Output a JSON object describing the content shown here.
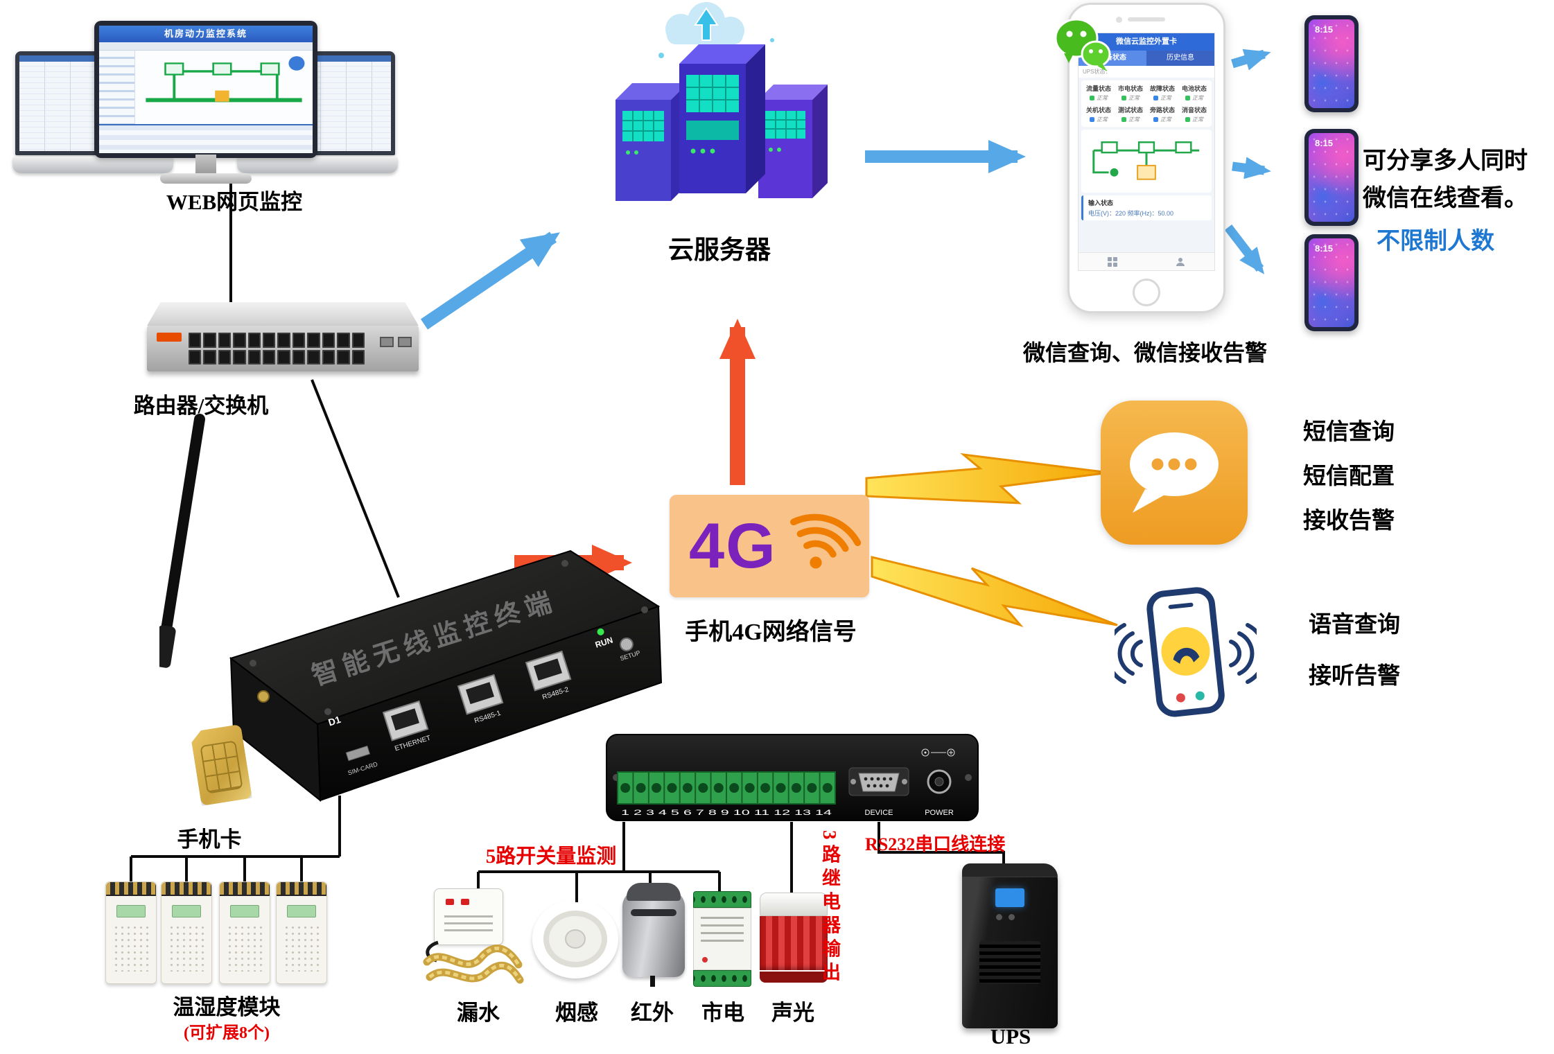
{
  "monitor_cluster": {
    "screen_title": "机房动力监控系统",
    "label": "WEB网页监控"
  },
  "router": {
    "label": "路由器/交换机"
  },
  "terminal_device": {
    "top_label": "智能无线监控终端",
    "d1": "D1",
    "sim_slot": "SIM-CARD",
    "port_ethernet": "ETHERNET",
    "port_rs485_1": "RS485-1",
    "port_rs485_2": "RS485-2",
    "run": "RUN",
    "setup": "SETUP"
  },
  "sim_card": {
    "label": "手机卡"
  },
  "temp_modules": {
    "label": "温湿度模块",
    "note": "(可扩展8个)"
  },
  "sensors": {
    "leak": "漏水",
    "smoke": "烟感",
    "infrared": "红外",
    "mains": "市电",
    "sound_light": "声光"
  },
  "io_collector": {
    "terminal_numbers": "1 2 3 4 5 6 7 8 9 10 11 12 13 14",
    "device_port": "DEVICE",
    "power_port": "POWER",
    "switch_note": "5路开关量监测",
    "relay_note": "3路继电器输出",
    "rs232_note": "RS232串口线连接"
  },
  "ups": {
    "label": "UPS"
  },
  "g4": {
    "logo": "4G",
    "label": "手机4G网络信号"
  },
  "cloud": {
    "label": "云服务器"
  },
  "wechat_app": {
    "header": "微信云监控外置卡",
    "tab_device": "设备状态",
    "tab_history": "历史信息",
    "ups_line": "UPS状态：",
    "status_names_1": [
      "流量状态",
      "市电状态",
      "故障状态",
      "电池状态"
    ],
    "status_names_2": [
      "关机状态",
      "测试状态",
      "旁路状态",
      "消音状态"
    ],
    "status_value": "正常",
    "input_title": "输入状态",
    "input_values": "电压(V)：220    频率(Hz)：50.00",
    "label": "微信查询、微信接收告警",
    "phone_time": "8:15",
    "share_line1": "可分享多人同时",
    "share_line2": "微信在线查看。",
    "share_line3": "不限制人数"
  },
  "sms": {
    "line1": "短信查询",
    "line2": "短信配置",
    "line3": "接收告警"
  },
  "voice": {
    "line1": "语音查询",
    "line2": "接听告警"
  },
  "colors": {
    "arrow_blue": "#56a8e6",
    "arrow_red": "#f0512a",
    "bolt_yellow": "#ffd21e",
    "wechat_green": "#48bb1f",
    "sms_orange": "#ee9c22",
    "g4_background": "#f8c288",
    "g4_purple": "#7a22bc",
    "red_text": "#e60000",
    "blue_text": "#1e78d2"
  }
}
